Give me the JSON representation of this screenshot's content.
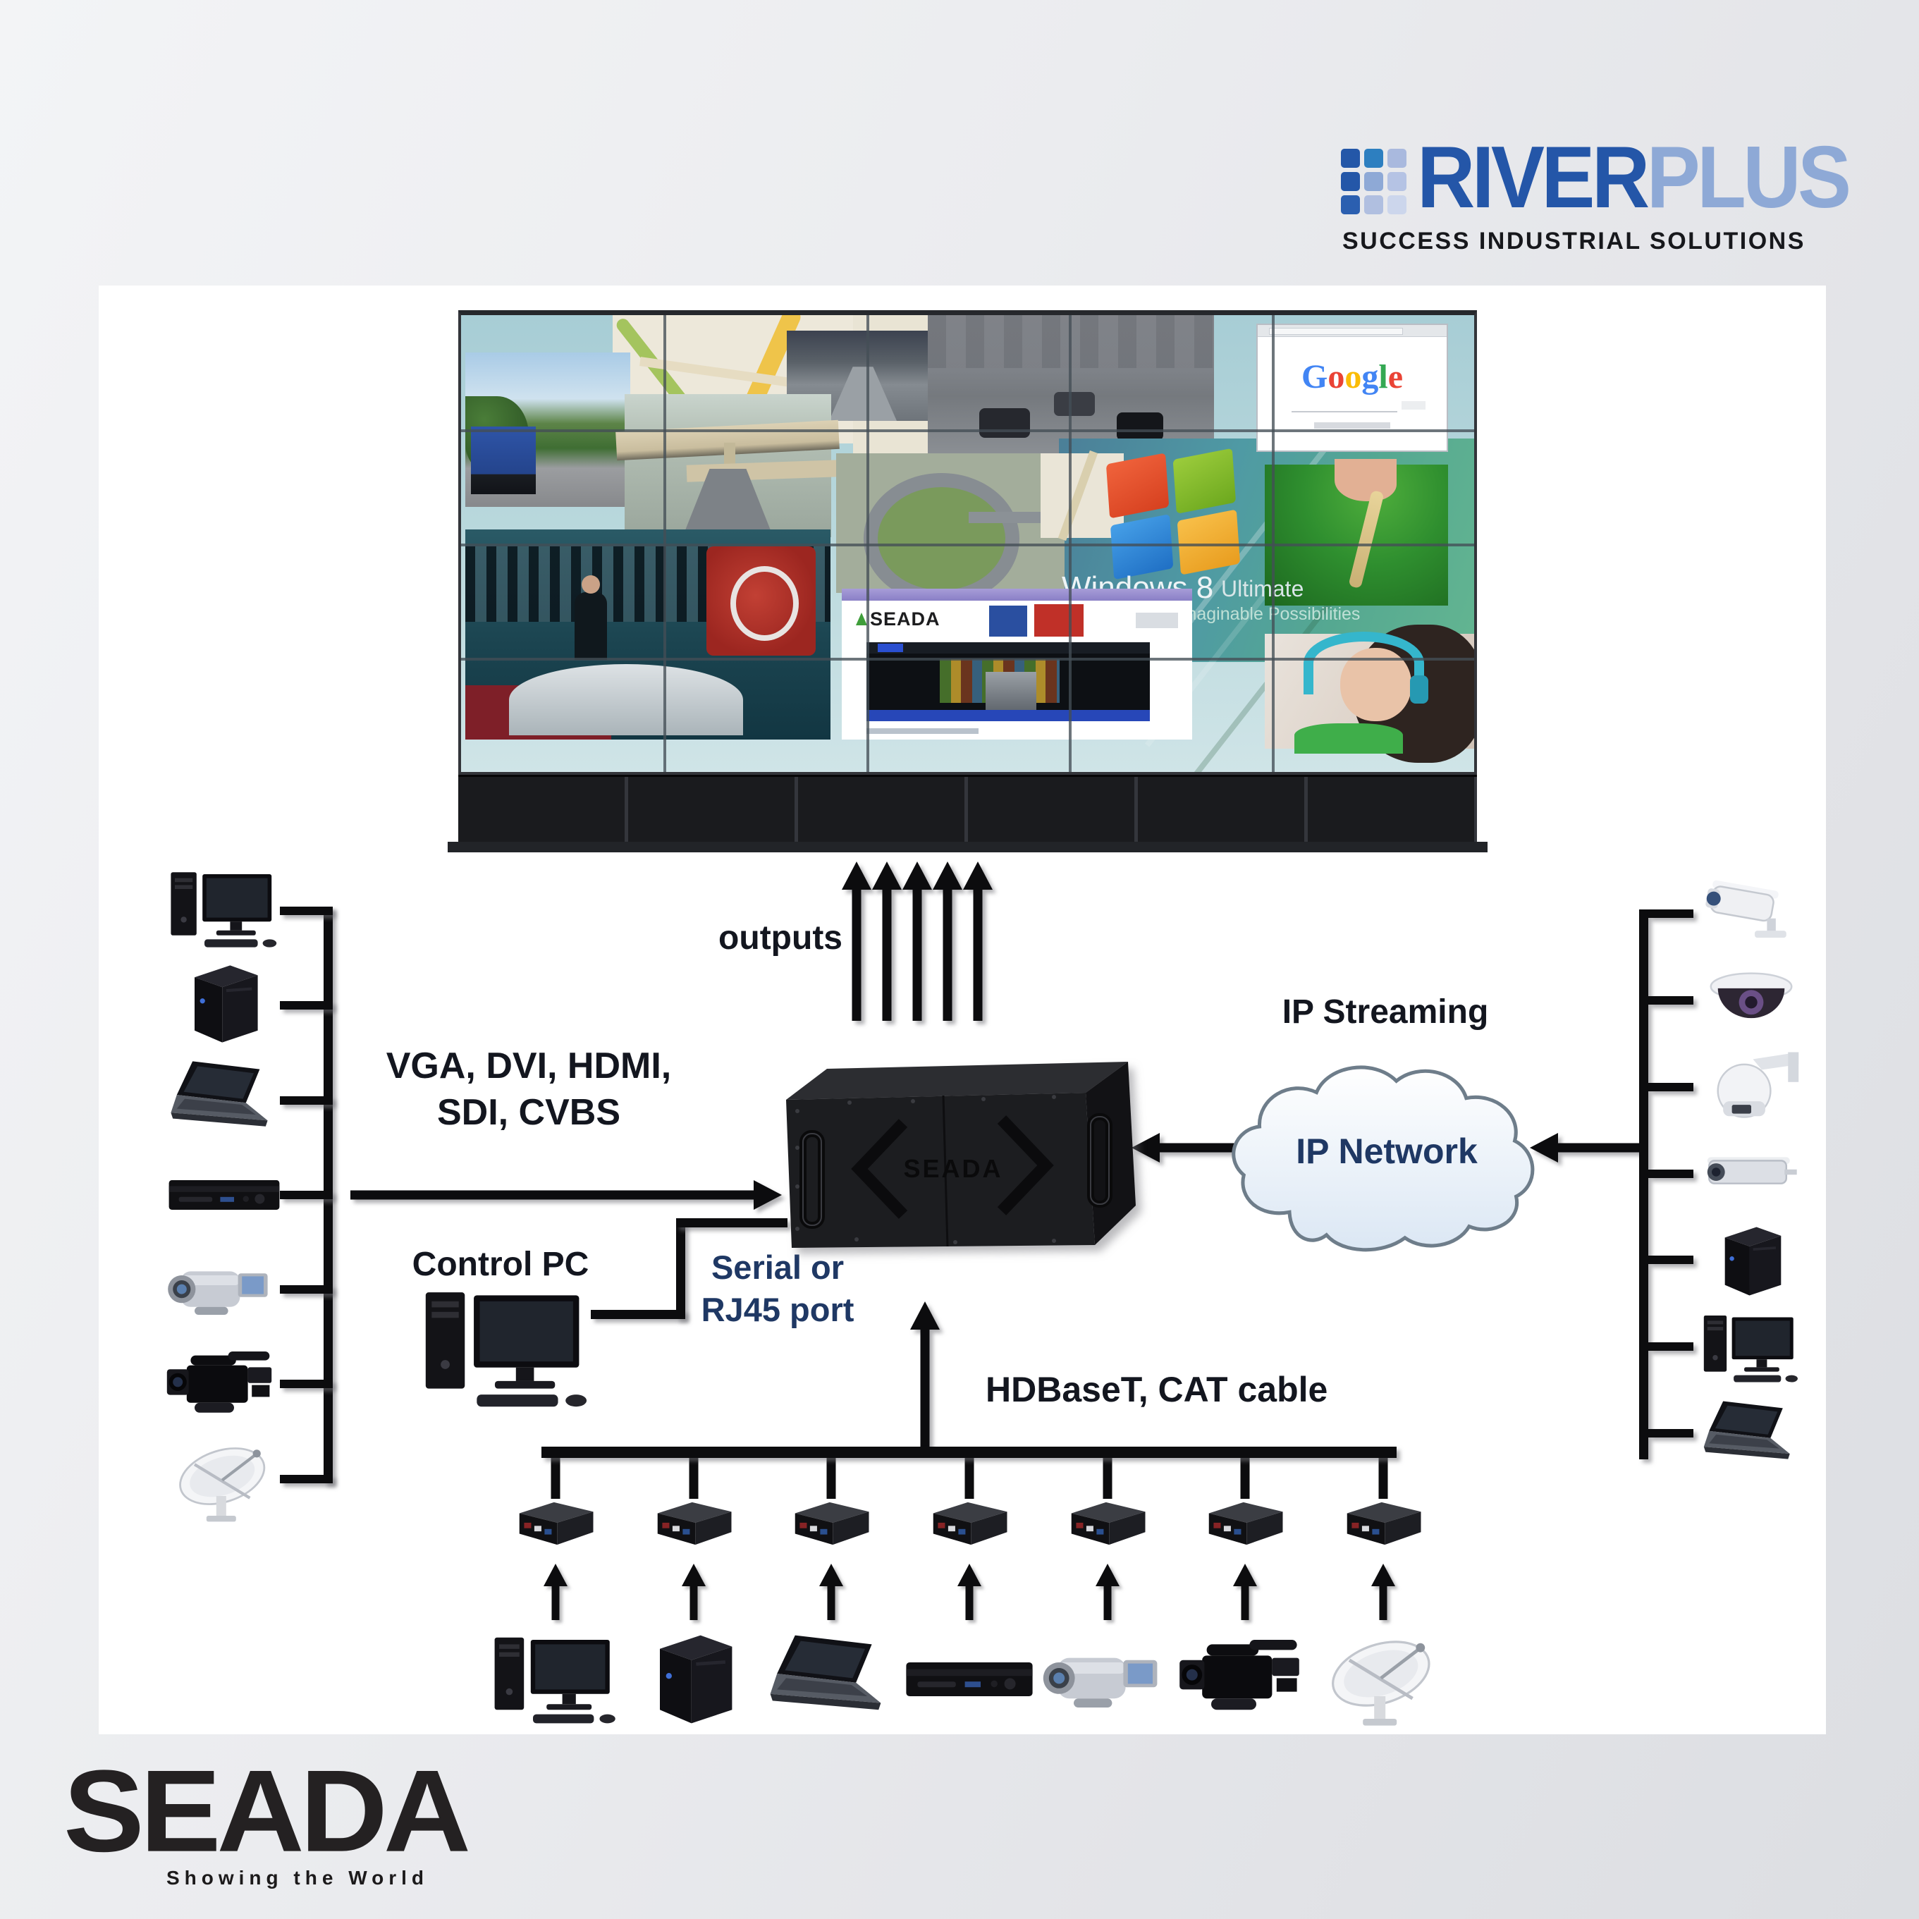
{
  "colors": {
    "brand_river_blue": "#2456a8",
    "brand_plus_blue": "#8ea9d6",
    "label_dark": "#13161f",
    "label_navy": "#1f3864",
    "diagram_line_black": "#0c0c0e",
    "cloud_stroke": "#6e7d8a",
    "windows_flag": [
      "#e0452c",
      "#79b82a",
      "#2e84d8",
      "#f0a83c"
    ],
    "google_letters": [
      "#4285f4",
      "#ea4335",
      "#fbbc05",
      "#4285f4",
      "#34a853",
      "#ea4335"
    ],
    "riverplus_squares": [
      "#2457a8",
      "#2d7fc0",
      "#a9b9de",
      "#2457a8",
      "#8ea9d6",
      "#b5c3e4",
      "#2b5fb0",
      "#b0bfe0",
      "#ccd6ec"
    ]
  },
  "header": {
    "brand_part1": "RIVER",
    "brand_part2": "PLUS",
    "tagline": "SUCCESS INDUSTRIAL SOLUTIONS"
  },
  "video_wall": {
    "columns": 5,
    "rows": 4,
    "google_label": "Google",
    "windows_title": "Windows 8",
    "windows_edition": "Ultimate",
    "windows_tagline": "Unimaginable Possibilities",
    "seada_site_label": "SEADA"
  },
  "diagram": {
    "outputs_label": "outputs",
    "inputs_label_line1": "VGA, DVI, HDMI,",
    "inputs_label_line2": "SDI, CVBS",
    "control_pc_label": "Control PC",
    "serial_label_line1": "Serial or",
    "serial_label_line2": "RJ45 port",
    "ip_streaming_label": "IP Streaming",
    "ip_network_label": "IP Network",
    "hdbaset_label": "HDBaseT, CAT cable",
    "controller_label": "SEADA",
    "left_sources": [
      {
        "type": "desktop-pc",
        "name": "Desktop PC"
      },
      {
        "type": "tower-pc",
        "name": "PC Tower"
      },
      {
        "type": "laptop",
        "name": "Laptop"
      },
      {
        "type": "dvd-player",
        "name": "DVD Player"
      },
      {
        "type": "camcorder",
        "name": "Camcorder"
      },
      {
        "type": "video-camera",
        "name": "Professional Video Camera"
      },
      {
        "type": "satellite-dish",
        "name": "Satellite Dish"
      }
    ],
    "right_sources": [
      {
        "type": "cctv-bullet",
        "name": "CCTV Camera"
      },
      {
        "type": "dome-camera",
        "name": "Dome Camera"
      },
      {
        "type": "ptz-camera",
        "name": "PTZ Speed Dome Camera"
      },
      {
        "type": "bullet-camera",
        "name": "Bullet Camera"
      },
      {
        "type": "tower-pc",
        "name": "PC Tower"
      },
      {
        "type": "desktop-pc",
        "name": "Desktop PC"
      },
      {
        "type": "laptop",
        "name": "Laptop"
      }
    ],
    "bottom_sources": [
      {
        "type": "desktop-pc",
        "name": "Desktop PC"
      },
      {
        "type": "tower-pc",
        "name": "PC Tower"
      },
      {
        "type": "laptop",
        "name": "Laptop"
      },
      {
        "type": "dvd-player",
        "name": "DVD Player"
      },
      {
        "type": "camcorder",
        "name": "Camcorder"
      },
      {
        "type": "video-camera",
        "name": "Professional Video Camera"
      },
      {
        "type": "satellite-dish",
        "name": "Satellite Dish"
      }
    ]
  },
  "footer": {
    "brand": "SEADA",
    "tagline": "Showing the World"
  }
}
